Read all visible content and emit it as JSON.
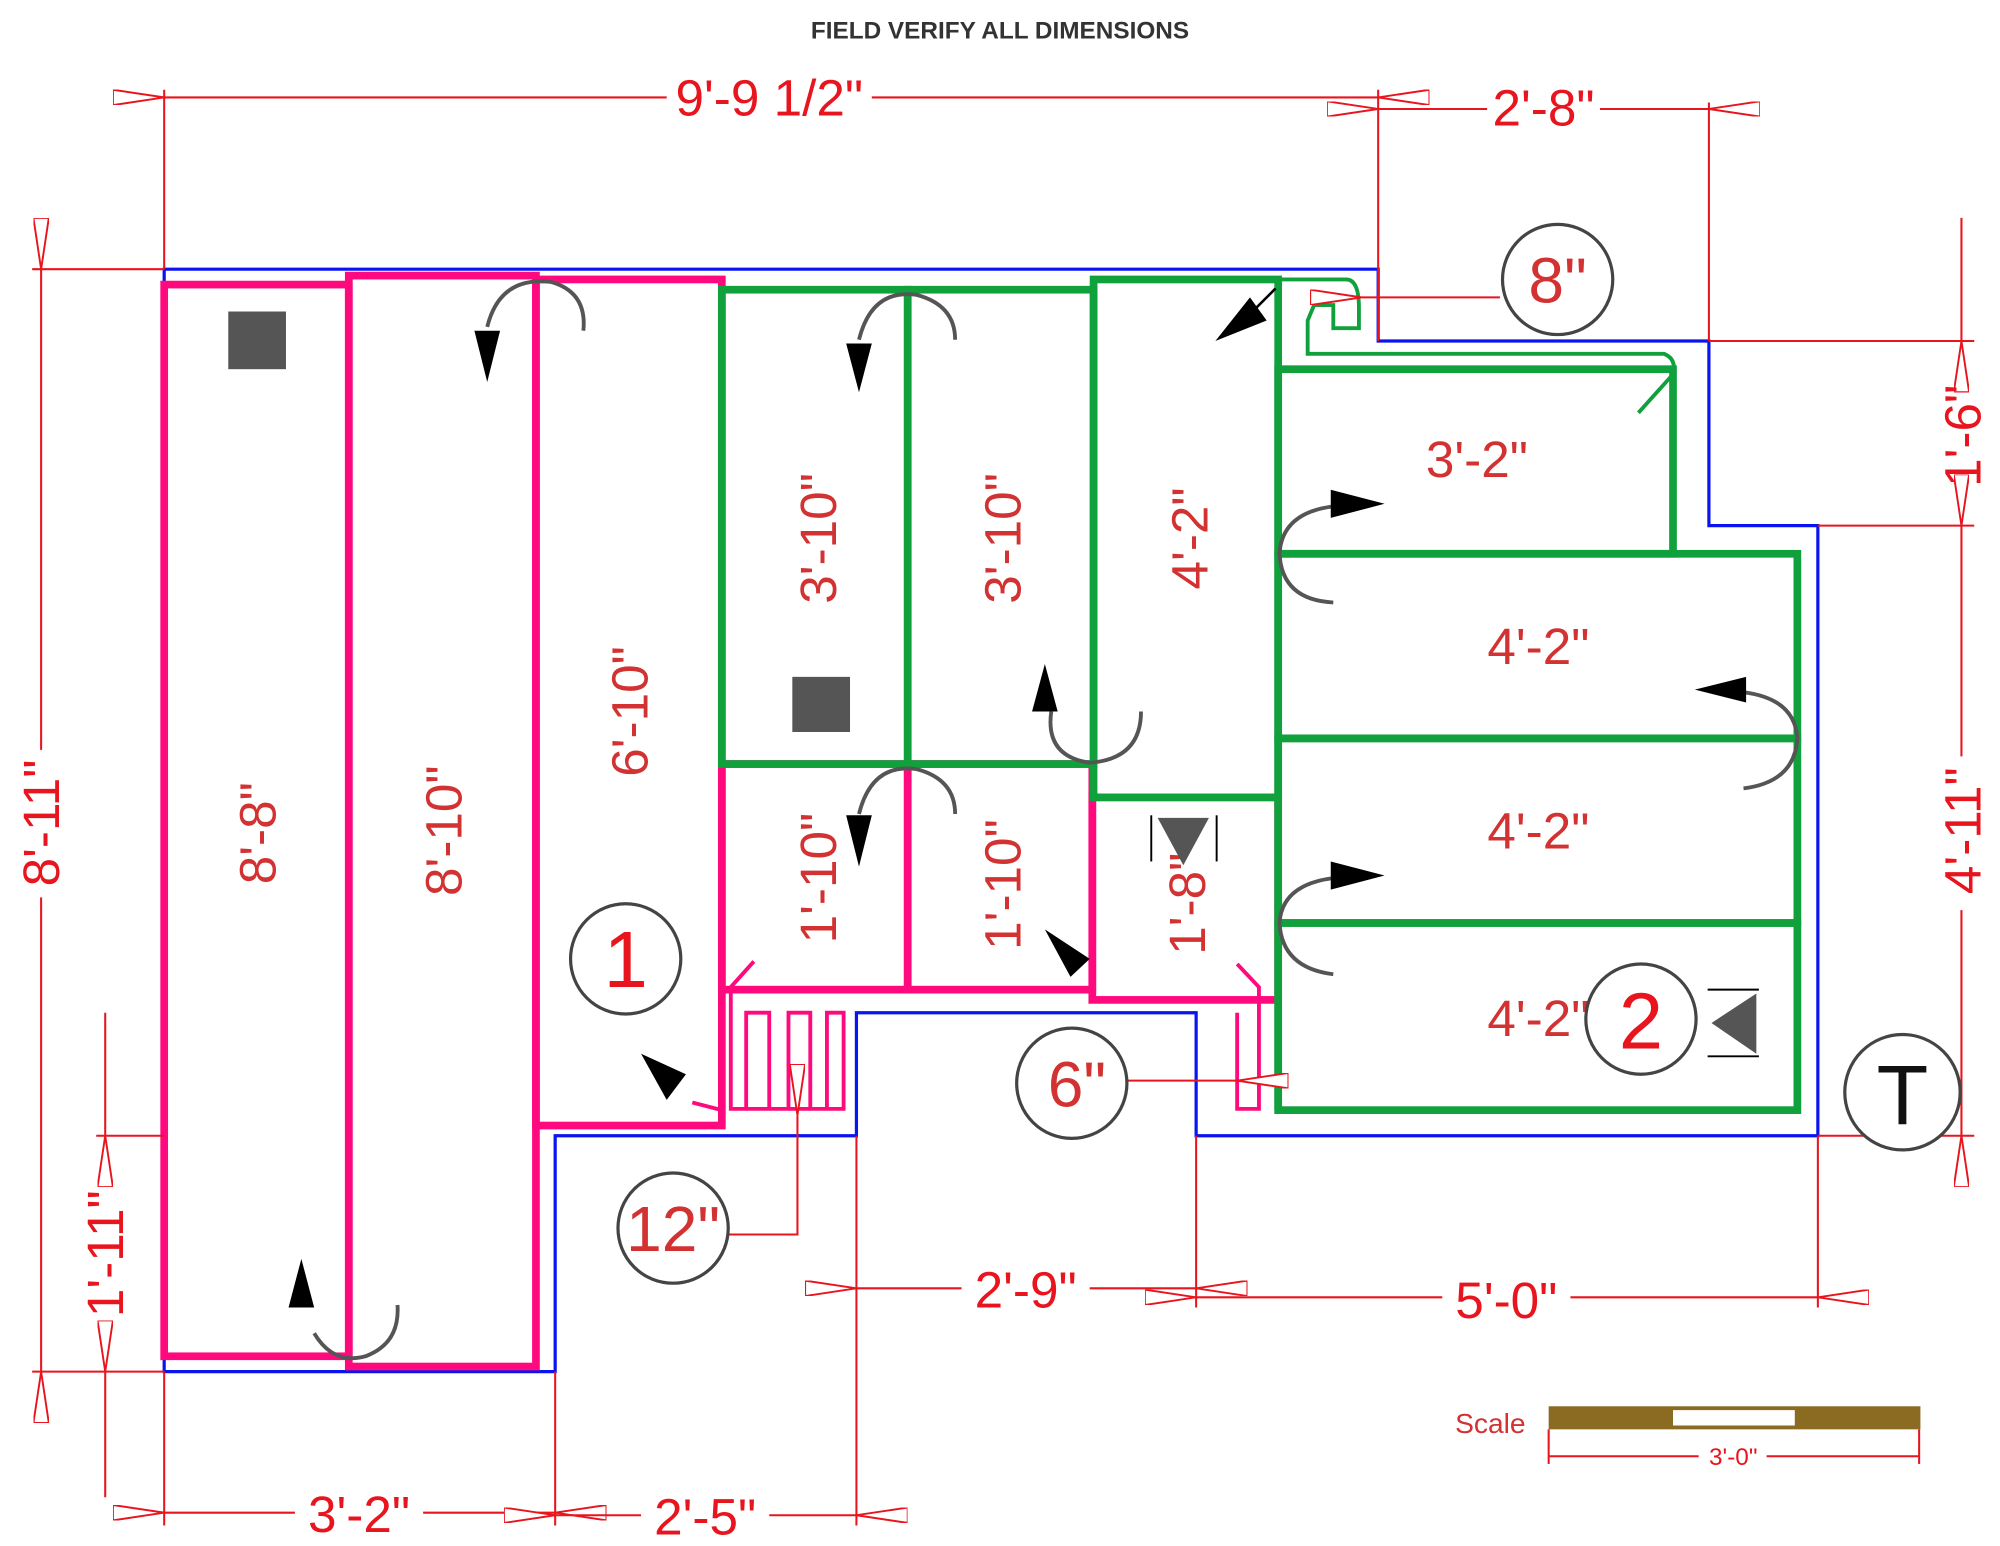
{
  "title": "FIELD VERIFY ALL DIMENSIONS",
  "dimensions": {
    "top_overall": "9'-9 1/2\"",
    "top_right": "2'-8\"",
    "left_overall": "8'-11\"",
    "left_lower": "1'-11\"",
    "right_upper": "1'-6\"",
    "right_lower": "4'-11\"",
    "bottom_1": "3'-2\"",
    "bottom_2": "2'-5\"",
    "bottom_3": "2'-9\"",
    "bottom_4": "5'-0\""
  },
  "mats": {
    "m1": "8'-8\"",
    "m2": "8'-10\"",
    "m3": "6'-10\"",
    "g1": "3'-10\"",
    "g2": "3'-10\"",
    "g3": "4'-2\"",
    "p1": "1'-10\"",
    "p2": "1'-10\"",
    "p3": "1'-8\"",
    "r1": "3'-2\"",
    "r2": "4'-2\"",
    "r3": "4'-2\"",
    "r4": "4'-2\""
  },
  "callouts": {
    "zone1": "1",
    "zone2": "2",
    "gap_8": "8\"",
    "gap_6": "6\"",
    "gap_12": "12\"",
    "thermostat": "T"
  },
  "scale": {
    "label": "Scale",
    "length": "3'-0\"",
    "color": "#8b6a22"
  }
}
